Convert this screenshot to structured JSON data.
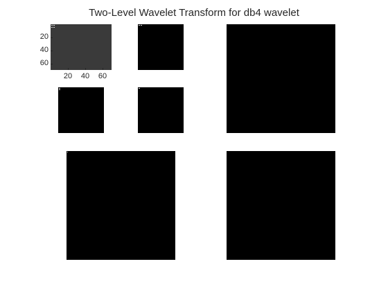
{
  "title": "Two-Level Wavelet Transform for db4 wavelet",
  "approximation_axes": {
    "y_ticks": [
      "20",
      "40",
      "60"
    ],
    "x_ticks": [
      "20",
      "40",
      "60"
    ]
  },
  "colors": {
    "background": "#ffffff",
    "detail_panels": "#000000",
    "approximation_panel": "#3a3a3a",
    "text": "#262626"
  }
}
